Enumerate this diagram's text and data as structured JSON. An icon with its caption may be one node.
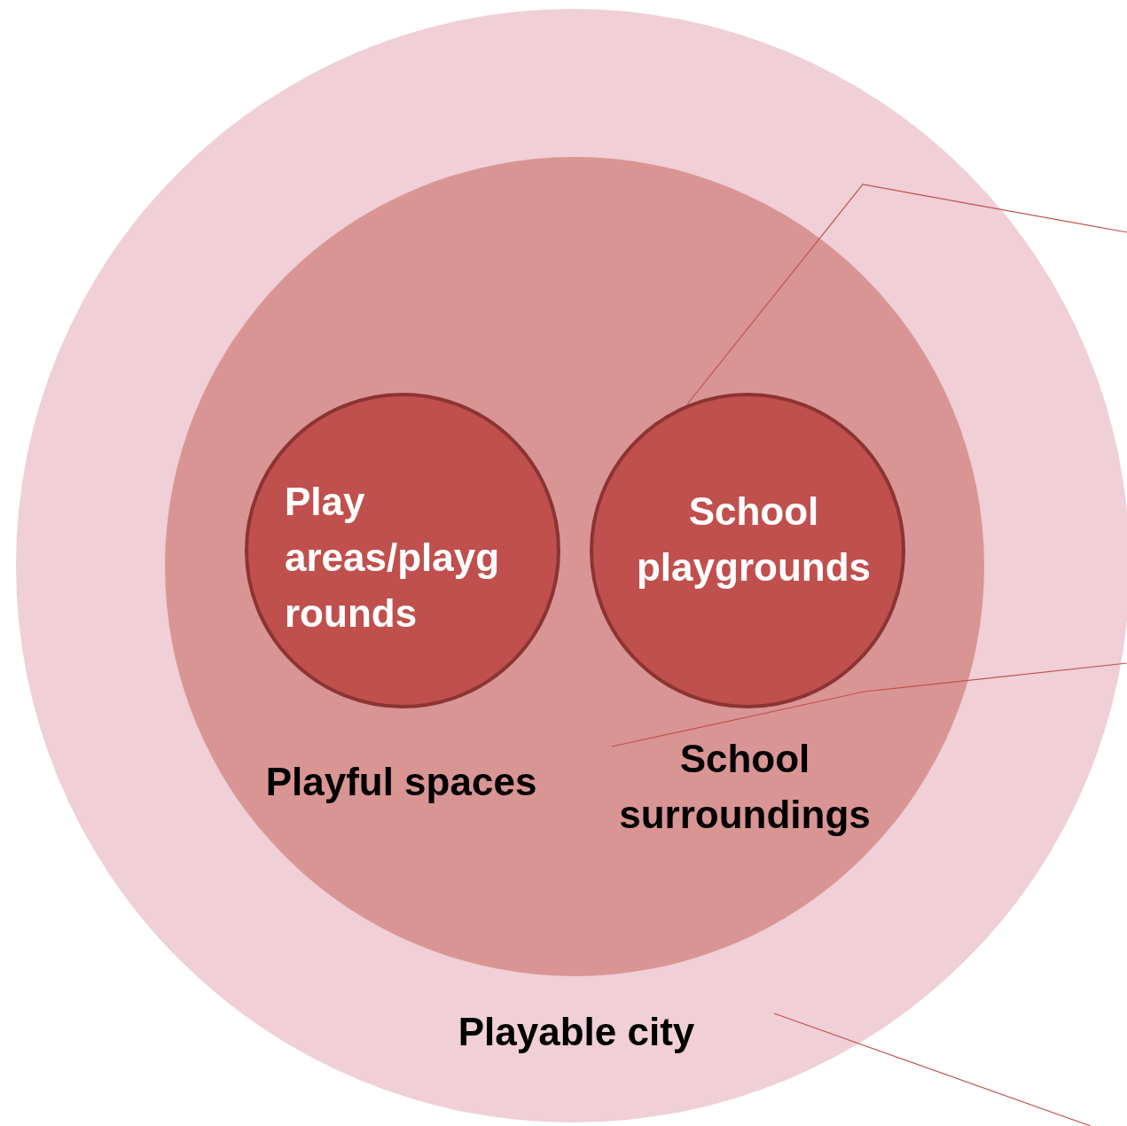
{
  "diagram": {
    "nodes": [
      {
        "text": [
          "Playable city"
        ]
      },
      {
        "text": [
          "Playful spaces"
        ],
        "in": 0
      },
      {
        "text": [
          "Play areas/playg rounds"
        ],
        "in": 1
      },
      {
        "text": [
          "School playgrounds"
        ],
        "in": 1
      },
      {
        "text": [
          "School surroundings"
        ],
        "in": 1
      }
    ],
    "edges": [
      {
        "from": 3,
        "to": null,
        "arrow": "none"
      },
      {
        "from": 4,
        "to": null,
        "arrow": "none"
      },
      {
        "from": 0,
        "to": null,
        "arrow": "none"
      }
    ]
  }
}
